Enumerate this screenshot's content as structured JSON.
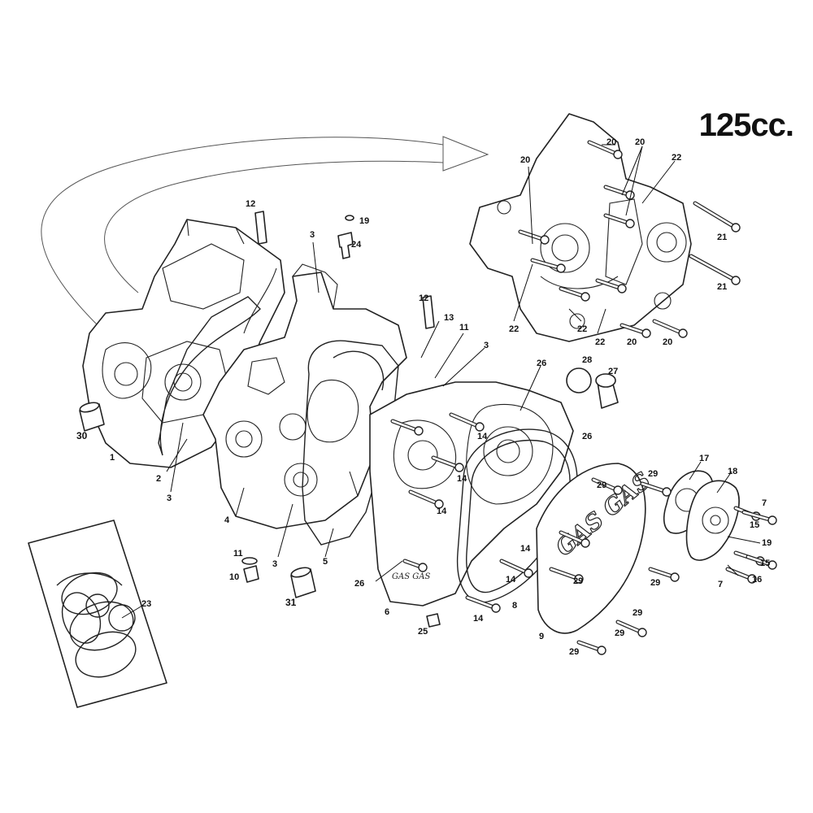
{
  "title": "125cc.",
  "cover_brand": "GAS GAS",
  "callouts": [
    {
      "id": "c1",
      "text": "1"
    },
    {
      "id": "c2",
      "text": "2"
    },
    {
      "id": "c3a",
      "text": "3"
    },
    {
      "id": "c3b",
      "text": "3"
    },
    {
      "id": "c3c",
      "text": "3"
    },
    {
      "id": "c3d",
      "text": "3"
    },
    {
      "id": "c4",
      "text": "4"
    },
    {
      "id": "c5",
      "text": "5"
    },
    {
      "id": "c6",
      "text": "6"
    },
    {
      "id": "c7a",
      "text": "7"
    },
    {
      "id": "c7b",
      "text": "7"
    },
    {
      "id": "c8",
      "text": "8"
    },
    {
      "id": "c9",
      "text": "9"
    },
    {
      "id": "c10",
      "text": "10"
    },
    {
      "id": "c11a",
      "text": "11"
    },
    {
      "id": "c11b",
      "text": "11"
    },
    {
      "id": "c12a",
      "text": "12"
    },
    {
      "id": "c12b",
      "text": "12"
    },
    {
      "id": "c13",
      "text": "13"
    },
    {
      "id": "c14a",
      "text": "14"
    },
    {
      "id": "c14b",
      "text": "14"
    },
    {
      "id": "c14c",
      "text": "14"
    },
    {
      "id": "c14d",
      "text": "14"
    },
    {
      "id": "c14e",
      "text": "14"
    },
    {
      "id": "c14f",
      "text": "14"
    },
    {
      "id": "c15a",
      "text": "15"
    },
    {
      "id": "c15b",
      "text": "15"
    },
    {
      "id": "c16",
      "text": "16"
    },
    {
      "id": "c17",
      "text": "17"
    },
    {
      "id": "c18",
      "text": "18"
    },
    {
      "id": "c19a",
      "text": "19"
    },
    {
      "id": "c19b",
      "text": "19"
    },
    {
      "id": "c20a",
      "text": "20"
    },
    {
      "id": "c20b",
      "text": "20"
    },
    {
      "id": "c20c",
      "text": "20"
    },
    {
      "id": "c20d",
      "text": "20"
    },
    {
      "id": "c20e",
      "text": "20"
    },
    {
      "id": "c21a",
      "text": "21"
    },
    {
      "id": "c21b",
      "text": "21"
    },
    {
      "id": "c22a",
      "text": "22"
    },
    {
      "id": "c22b",
      "text": "22"
    },
    {
      "id": "c22c",
      "text": "22"
    },
    {
      "id": "c22d",
      "text": "22"
    },
    {
      "id": "c23",
      "text": "23"
    },
    {
      "id": "c24",
      "text": "24"
    },
    {
      "id": "c25",
      "text": "25"
    },
    {
      "id": "c26a",
      "text": "26"
    },
    {
      "id": "c26b",
      "text": "26"
    },
    {
      "id": "c26c",
      "text": "26"
    },
    {
      "id": "c27",
      "text": "27"
    },
    {
      "id": "c28",
      "text": "28"
    },
    {
      "id": "c29a",
      "text": "29"
    },
    {
      "id": "c29b",
      "text": "29"
    },
    {
      "id": "c29c",
      "text": "29"
    },
    {
      "id": "c29d",
      "text": "29"
    },
    {
      "id": "c29e",
      "text": "29"
    },
    {
      "id": "c29f",
      "text": "29"
    },
    {
      "id": "c29g",
      "text": "29"
    },
    {
      "id": "c30",
      "text": "30"
    },
    {
      "id": "c31",
      "text": "31"
    }
  ]
}
